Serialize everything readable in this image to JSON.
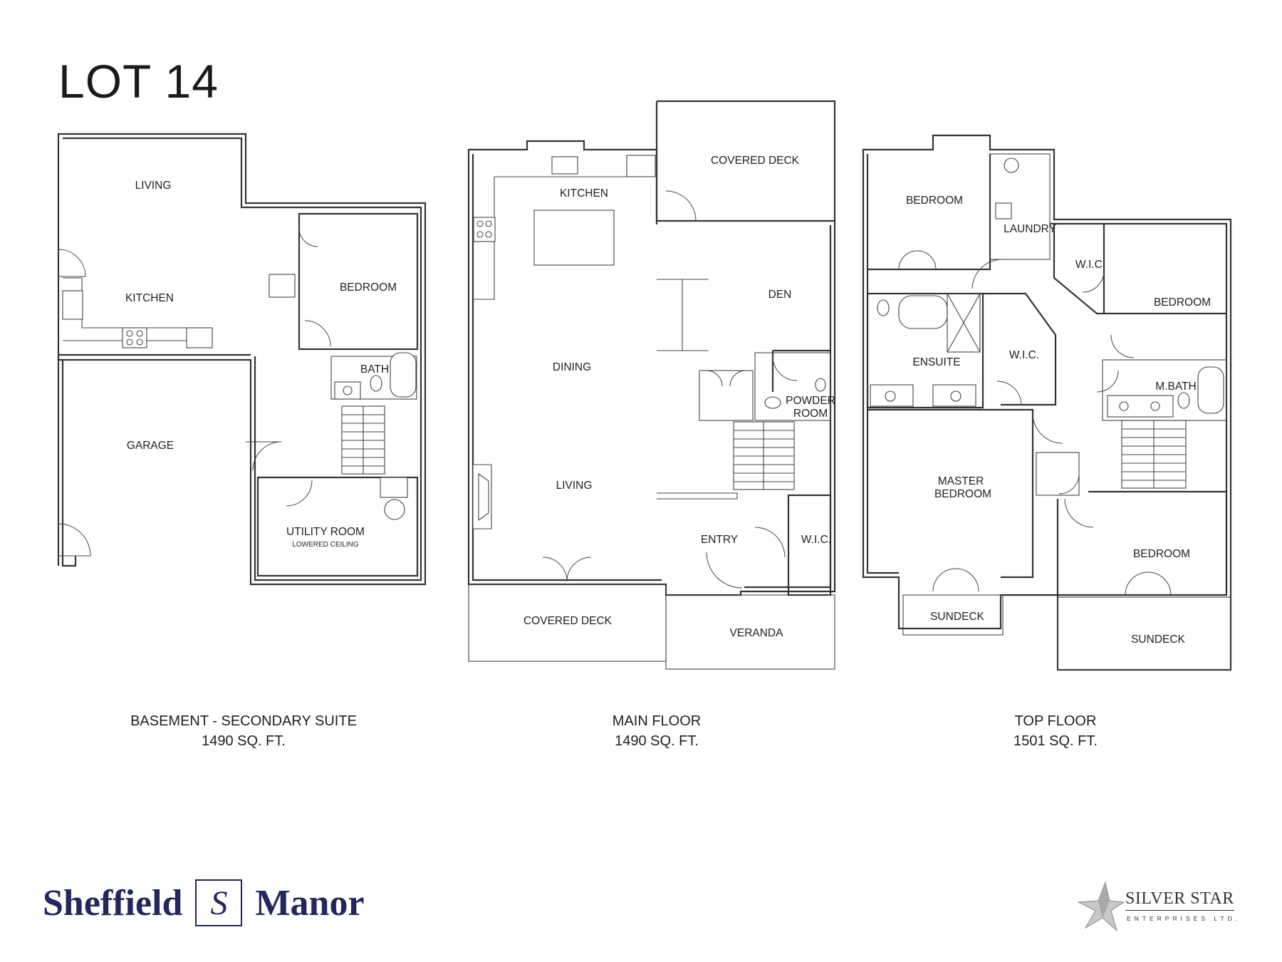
{
  "lot_title": "LOT 14",
  "basement": {
    "rooms": {
      "living": "LIVING",
      "kitchen": "KITCHEN",
      "bedroom": "BEDROOM",
      "bath": "BATH",
      "garage": "GARAGE",
      "utility": "UTILITY ROOM",
      "utility_note": "LOWERED CEILING"
    },
    "caption_name": "BASEMENT - SECONDARY SUITE",
    "caption_area": "1490 SQ. FT."
  },
  "main_floor": {
    "rooms": {
      "covered_deck_top": "COVERED DECK",
      "kitchen": "KITCHEN",
      "den": "DEN",
      "dining": "DINING",
      "powder_1": "POWDER",
      "powder_2": "ROOM",
      "living": "LIVING",
      "entry": "ENTRY",
      "wic": "W.I.C.",
      "covered_deck_bottom": "COVERED DECK",
      "veranda": "VERANDA"
    },
    "caption_name": "MAIN FLOOR",
    "caption_area": "1490 SQ. FT."
  },
  "top_floor": {
    "rooms": {
      "bedroom_1": "BEDROOM",
      "laundry": "LAUNDRY",
      "wic_1": "W.I.C.",
      "bedroom_2": "BEDROOM",
      "ensuite": "ENSUITE",
      "wic_2": "W.I.C.",
      "mbath": "M.BATH",
      "master_1": "MASTER",
      "master_2": "BEDROOM",
      "bedroom_3": "BEDROOM",
      "sundeck_1": "SUNDECK",
      "sundeck_2": "SUNDECK"
    },
    "caption_name": "TOP FLOOR",
    "caption_area": "1501 SQ. FT."
  },
  "branding": {
    "left_word": "Sheffield",
    "monogram": "S",
    "right_word": "Manor",
    "partner_name": "SILVER STAR",
    "partner_sub": "ENTERPRISES LTD."
  },
  "colors": {
    "brand_navy": "#23275e",
    "line": "#333333"
  }
}
